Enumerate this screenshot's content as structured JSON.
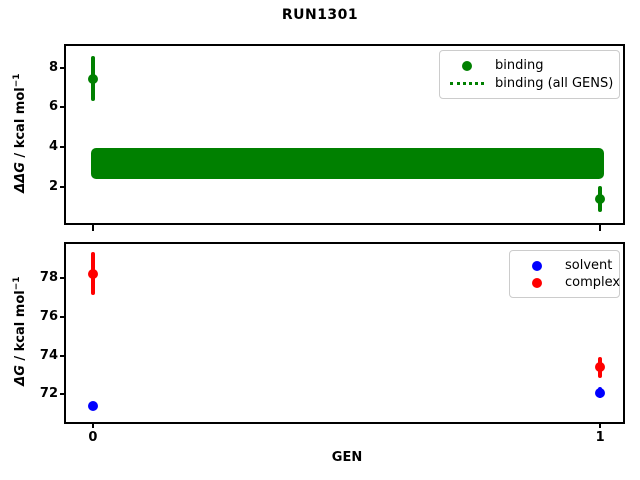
{
  "title": "RUN1301",
  "xlabel": "GEN",
  "colors": {
    "binding": "#008000",
    "solvent": "#0000ff",
    "complex": "#ff0000",
    "axis": "#000000",
    "legend_border": "#cccccc"
  },
  "chart_data": [
    {
      "type": "scatter",
      "subplot": "top",
      "ylabel": {
        "math": "ΔΔG",
        "unit": " / kcal mol",
        "sup": "−1"
      },
      "xlim": [
        -0.053,
        1.041
      ],
      "ylim": [
        0.18,
        9.09
      ],
      "yticks": [
        2,
        4,
        6,
        8
      ],
      "xticks": [
        0,
        1
      ],
      "show_xtick_labels": false,
      "grid": false,
      "series": [
        {
          "name": "binding",
          "color_key": "binding",
          "x": [
            0,
            1
          ],
          "y": [
            7.45,
            1.4
          ],
          "yerr": [
            1.15,
            0.65
          ]
        }
      ],
      "band": {
        "name": "binding (all GENS)",
        "color_key": "binding",
        "x0": 0,
        "x1": 1,
        "ylow": 2.4,
        "yhigh": 3.95
      },
      "legend": {
        "position": "upper right",
        "items": [
          {
            "swatch": "dot",
            "color_key": "binding",
            "label": "binding"
          },
          {
            "swatch": "dotted-line",
            "color_key": "binding",
            "label": "binding (all GENS)"
          }
        ]
      }
    },
    {
      "type": "scatter",
      "subplot": "bottom",
      "ylabel": {
        "math": "ΔG",
        "unit": " / kcal mol",
        "sup": "−1"
      },
      "xlim": [
        -0.053,
        1.041
      ],
      "ylim": [
        70.68,
        79.78
      ],
      "yticks": [
        72,
        74,
        76,
        78
      ],
      "xticks": [
        0,
        1
      ],
      "show_xtick_labels": true,
      "grid": false,
      "series": [
        {
          "name": "solvent",
          "color_key": "solvent",
          "x": [
            0,
            1
          ],
          "y": [
            71.4,
            72.1
          ],
          "yerr": [
            0.2,
            0.3
          ]
        },
        {
          "name": "complex",
          "color_key": "complex",
          "x": [
            0,
            1
          ],
          "y": [
            78.25,
            73.4
          ],
          "yerr": [
            1.1,
            0.55
          ]
        }
      ],
      "legend": {
        "position": "upper right",
        "items": [
          {
            "swatch": "dot",
            "color_key": "solvent",
            "label": "solvent"
          },
          {
            "swatch": "dot",
            "color_key": "complex",
            "label": "complex"
          }
        ]
      }
    }
  ]
}
